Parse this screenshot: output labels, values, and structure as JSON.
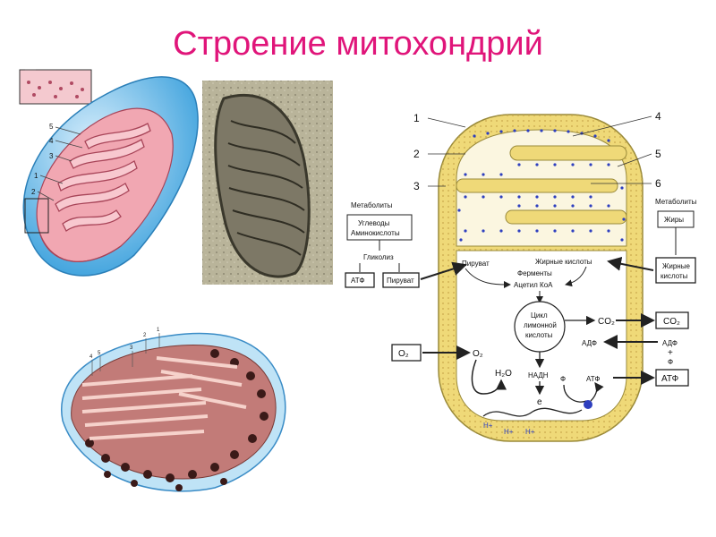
{
  "title": "Строение митохондрий",
  "drawing_3d": {
    "labels": [
      "5",
      "4",
      "3",
      "1",
      "2"
    ]
  },
  "drawing_bottom": {
    "labels": [
      "4",
      "5",
      "3",
      "2",
      "1"
    ]
  },
  "diagram": {
    "numbers": [
      "1",
      "2",
      "3",
      "4",
      "5",
      "6"
    ],
    "metabolites_left": "Метаболиты",
    "metabolites_right": "Метаболиты",
    "box_carbs": [
      "Углеводы",
      "Аминокислоты"
    ],
    "glycolysis": "Гликолиз",
    "box_atf_left": "АТФ",
    "box_pyruvate_left": "Пируват",
    "box_fats": "Жиры",
    "box_fatty_acids_out": [
      "Жирные",
      "кислоты"
    ],
    "inner_pyruvate": "Пируват",
    "inner_fatty_acids": "Жирные кислоты",
    "inner_enzymes": "Ферменты",
    "inner_acetyl": "Ацетил КоА",
    "cycle": [
      "Цикл",
      "лимонной",
      "кислоты"
    ],
    "co2_inner": "CO₂",
    "co2_box": "CO₂",
    "adf_inner": "АДФ",
    "adf_outer": "АДФ",
    "plus": "+",
    "phi_outer": "Ф",
    "o2_box": "O₂",
    "o2_inner": "O₂",
    "h2o": "H₂O",
    "nadh": "НАДН",
    "e": "e",
    "phi_inner": "Ф",
    "atf_inner": "АТФ",
    "atf_box": "АТФ",
    "hplus": [
      "H+",
      "H+",
      "H+"
    ]
  }
}
